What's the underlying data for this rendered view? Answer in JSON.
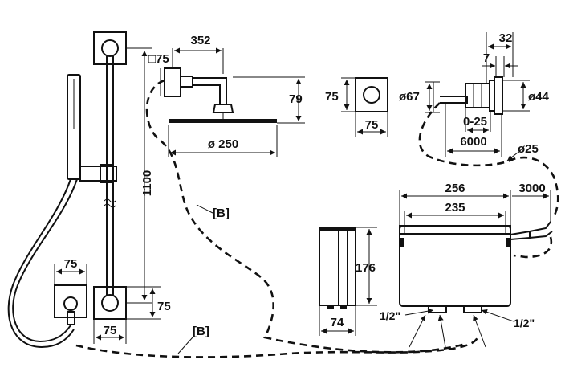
{
  "dimensions": {
    "square_size": "□75",
    "arm_length": "352",
    "head_height": "79",
    "head_diameter": "ø 250",
    "rail_height": "1100",
    "handle_width": "75",
    "bracket_width": "75",
    "bracket_height": "75",
    "control_height": "75",
    "control_width": "75",
    "valve_depth": "32",
    "valve_offset": "7",
    "valve_diameter_large": "ø67",
    "valve_diameter_small": "ø44",
    "adjust_range": "0-25",
    "cable_length_6000": "6000",
    "hose_diameter": "ø25",
    "cable_length_3000": "3000",
    "box_width_outer": "256",
    "box_width_inner": "235",
    "box_height": "176",
    "box_depth": "74",
    "connection_left": "1/2\"",
    "connection_right": "1/2\""
  },
  "labels": {
    "cable_b_upper": "[B]",
    "cable_b_lower": "[B]"
  }
}
